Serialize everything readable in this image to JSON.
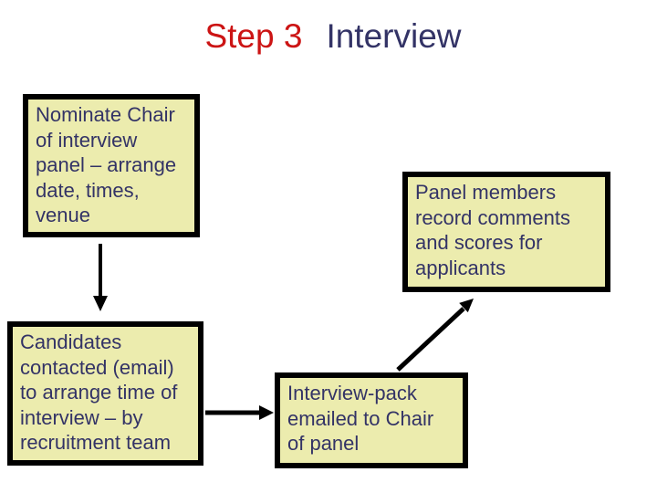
{
  "title": {
    "step": "Step 3",
    "rest": "Interview"
  },
  "boxes": [
    {
      "id": "nominate-chair",
      "text": "Nominate Chair\nof interview\npanel – arrange\ndate, times,\nvenue"
    },
    {
      "id": "candidates-contacted",
      "text": "Candidates\ncontacted (email)\nto arrange time of\ninterview – by\nrecruitment team"
    },
    {
      "id": "panel-members",
      "text": "Panel members\nrecord comments\nand scores for\napplicants"
    },
    {
      "id": "interview-pack",
      "text": "Interview-pack\nemailed to Chair\nof panel"
    }
  ],
  "arrows": [
    {
      "from": "nominate-chair",
      "to": "candidates-contacted",
      "direction": "down"
    },
    {
      "from": "candidates-contacted",
      "to": "interview-pack",
      "direction": "right"
    },
    {
      "from": "interview-pack",
      "to": "panel-members",
      "direction": "up-right"
    }
  ],
  "colors": {
    "background": "#ffffff",
    "title_step": "#cc1414",
    "title_rest": "#333366",
    "box_fill": "#ececae",
    "box_border": "#000000",
    "box_text": "#333366",
    "arrow": "#000000"
  }
}
